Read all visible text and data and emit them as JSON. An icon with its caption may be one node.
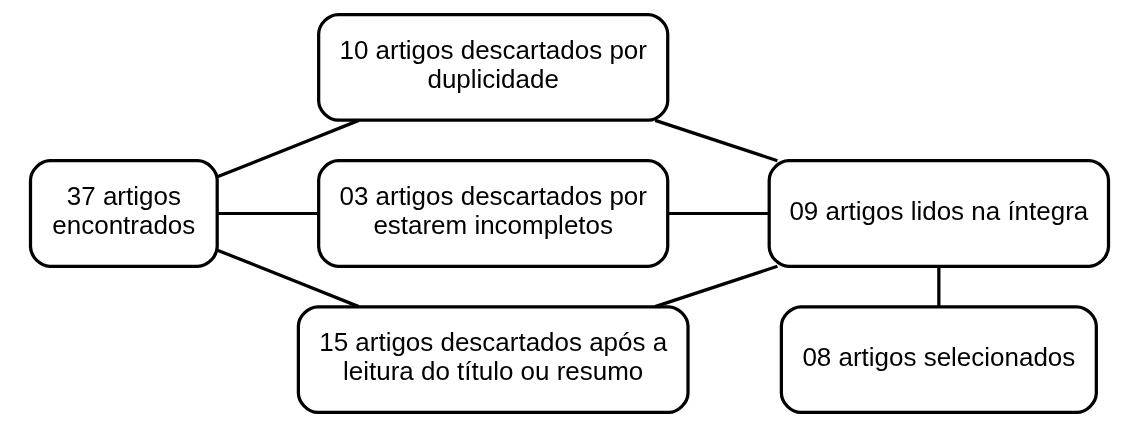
{
  "diagram": {
    "nodes": [
      {
        "text": [
          "37 artigos encontrados"
        ]
      },
      {
        "text": [
          "10 artigos descartados por duplicidade"
        ]
      },
      {
        "text": [
          "03 artigos descartados por estarem incompletos"
        ]
      },
      {
        "text": [
          "15 artigos descartados após a leitura do título ou resumo"
        ]
      },
      {
        "text": [
          "09 artigos lidos na íntegra"
        ]
      },
      {
        "text": [
          "08 artigos selecionados"
        ]
      }
    ],
    "edges": [
      {
        "from": 0,
        "to": 1,
        "arrow": "none"
      },
      {
        "from": 0,
        "to": 2,
        "arrow": "none"
      },
      {
        "from": 0,
        "to": 3,
        "arrow": "none"
      },
      {
        "from": 1,
        "to": 4,
        "arrow": "none"
      },
      {
        "from": 2,
        "to": 4,
        "arrow": "none"
      },
      {
        "from": 3,
        "to": 4,
        "arrow": "none"
      },
      {
        "from": 4,
        "to": 5,
        "arrow": "none"
      }
    ]
  }
}
